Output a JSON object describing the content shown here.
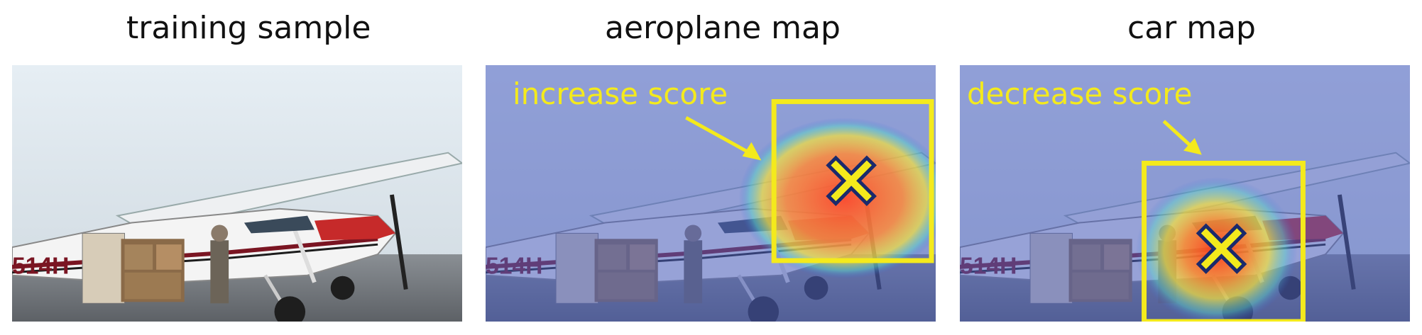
{
  "panels": [
    {
      "title": "training sample"
    },
    {
      "title": "aeroplane map",
      "annotation": "increase score"
    },
    {
      "title": "car map",
      "annotation": "decrease score"
    }
  ],
  "plane_registration": "514H",
  "colors": {
    "highlight": "#f4ea1c",
    "marker_outline": "#1a2a6c",
    "tint": "#4a5fc0"
  }
}
